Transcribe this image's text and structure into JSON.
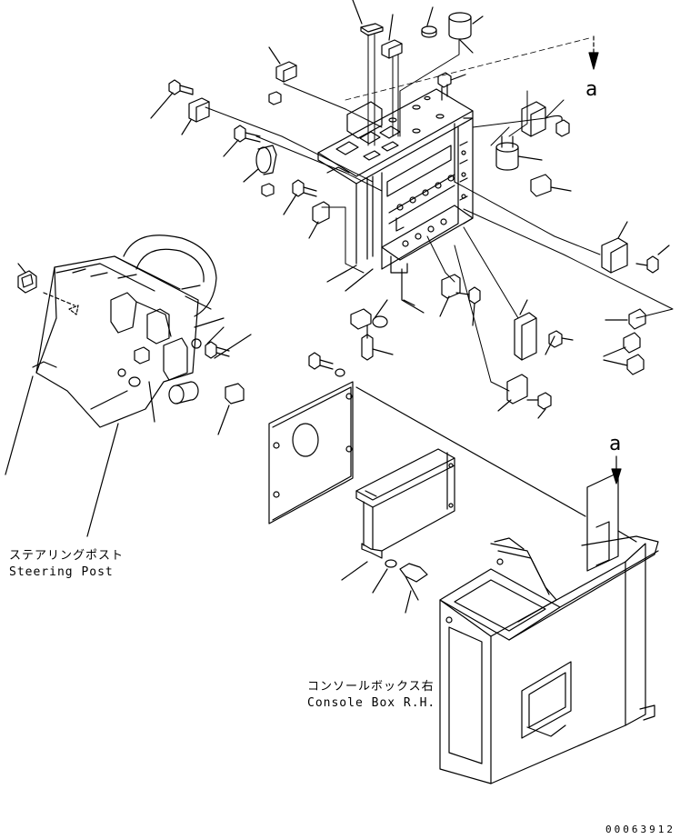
{
  "labels": {
    "steering_post_jp": "ステアリングポスト",
    "steering_post_en": "Steering Post",
    "console_box_jp": "コンソールボックス右",
    "console_box_en": "Console Box R.H."
  },
  "reference_marks": {
    "top": "a",
    "bottom": "a"
  },
  "document_number": "00063912"
}
